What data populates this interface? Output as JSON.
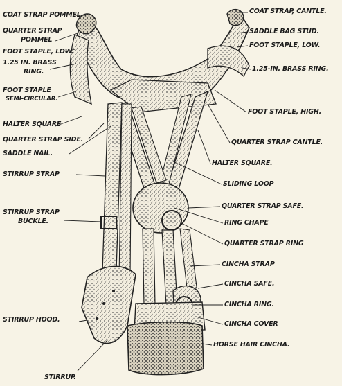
{
  "labels": {
    "coat_strap_pommel": "COAT STRAP POMMEL",
    "quarter_strap_pommel_1": "QUARTER STRAP",
    "quarter_strap_pommel_2": "POMMEL",
    "foot_staple_low_left": "FOOT STAPLE, LOW.",
    "brass_ring_left_1": "1.25 IN. BRASS",
    "brass_ring_left_2": "RING.",
    "foot_staple_semicircular_1": "FOOT STAPLE",
    "foot_staple_semicircular_2": "SEMI-CIRCULAR.",
    "halter_square_left": "HALTER SQUARE",
    "quarter_strap_side": "QUARTER STRAP SIDE.",
    "saddle_nail": "SADDLE NAIL.",
    "stirrup_strap": "STIRRUP STRAP",
    "stirrup_strap_buckle_1": "STIRRUP STRAP",
    "stirrup_strap_buckle_2": "BUCKLE.",
    "stirrup_hood": "STIRRUP HOOD.",
    "stirrup": "STIRRUP.",
    "coat_strap_cantle": "COAT STRAP, CANTLE.",
    "saddle_bag_stud": "SADDLE BAG STUD.",
    "foot_staple_low_right": "FOOT STAPLE, LOW.",
    "brass_ring_right": "1.25-IN. BRASS RING.",
    "foot_staple_high": "FOOT STAPLE, HIGH.",
    "quarter_strap_cantle": "QUARTER STRAP CANTLE.",
    "halter_square_right": "HALTER SQUARE.",
    "sliding_loop": "SLIDING LOOP",
    "quarter_strap_safe": "QUARTER STRAP SAFE.",
    "ring_chape": "RING CHAPE",
    "quarter_strap_ring": "QUARTER STRAP RING",
    "cincha_strap": "CINCHA STRAP",
    "cincha_safe": "CINCHA SAFE.",
    "cincha_ring": "CINCHA RING.",
    "cincha_cover": "CINCHA COVER",
    "horse_hair_cincha": "HORSE HAIR CINCHA."
  },
  "colors": {
    "paper": "#f7f3e6",
    "ink": "#1c1c1c"
  }
}
